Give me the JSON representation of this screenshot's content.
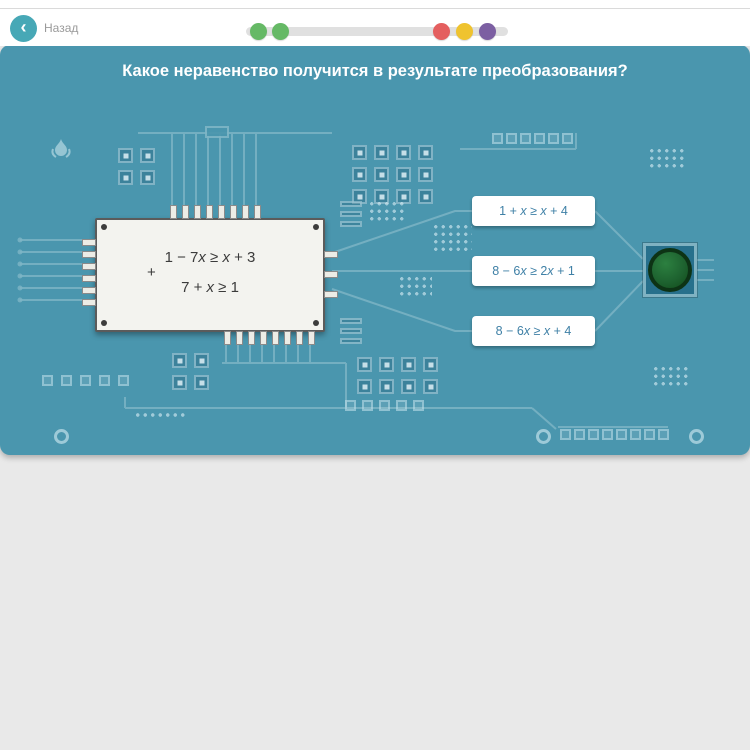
{
  "topbar": {
    "back_label": "Назад"
  },
  "progress": {
    "dots": [
      "green",
      "green",
      "red",
      "yellow",
      "purple"
    ]
  },
  "board": {
    "title": "Какое неравенство получится в результате преобразования?"
  },
  "card": {
    "line1": "1 − 7x ≥ x + 3",
    "operator": "+",
    "line2": "7 + x ≥ 1"
  },
  "options": [
    {
      "label": "1 + x ≥ x + 4"
    },
    {
      "label": "8 − 6x ≥ 2x + 1"
    },
    {
      "label": "8 − 6x ≥ x + 4"
    }
  ],
  "colors": {
    "page_bg": "#e9e9e9",
    "topbar_bg": "#ffffff",
    "board_bg": "#4a96ae",
    "wire": "#7fb6c6",
    "back_button": "#47a8b6",
    "back_label": "#9a9a9a",
    "progress_track": "#e0e0e0",
    "progress_green": "#66b966",
    "progress_red": "#e45f5f",
    "progress_yellow": "#efc32f",
    "progress_purple": "#7c5fa2",
    "title_text": "#ffffff",
    "card_bg": "#f3f3ef",
    "card_border": "#5b5b5b",
    "card_text": "#3b3b3b",
    "option_bg": "#ffffff",
    "option_text": "#3f80a6",
    "slot_bg": "#27708c",
    "slot_border": "#7fb2c2",
    "slot_green": "#1e6330",
    "slot_ring": "#0d3315"
  }
}
